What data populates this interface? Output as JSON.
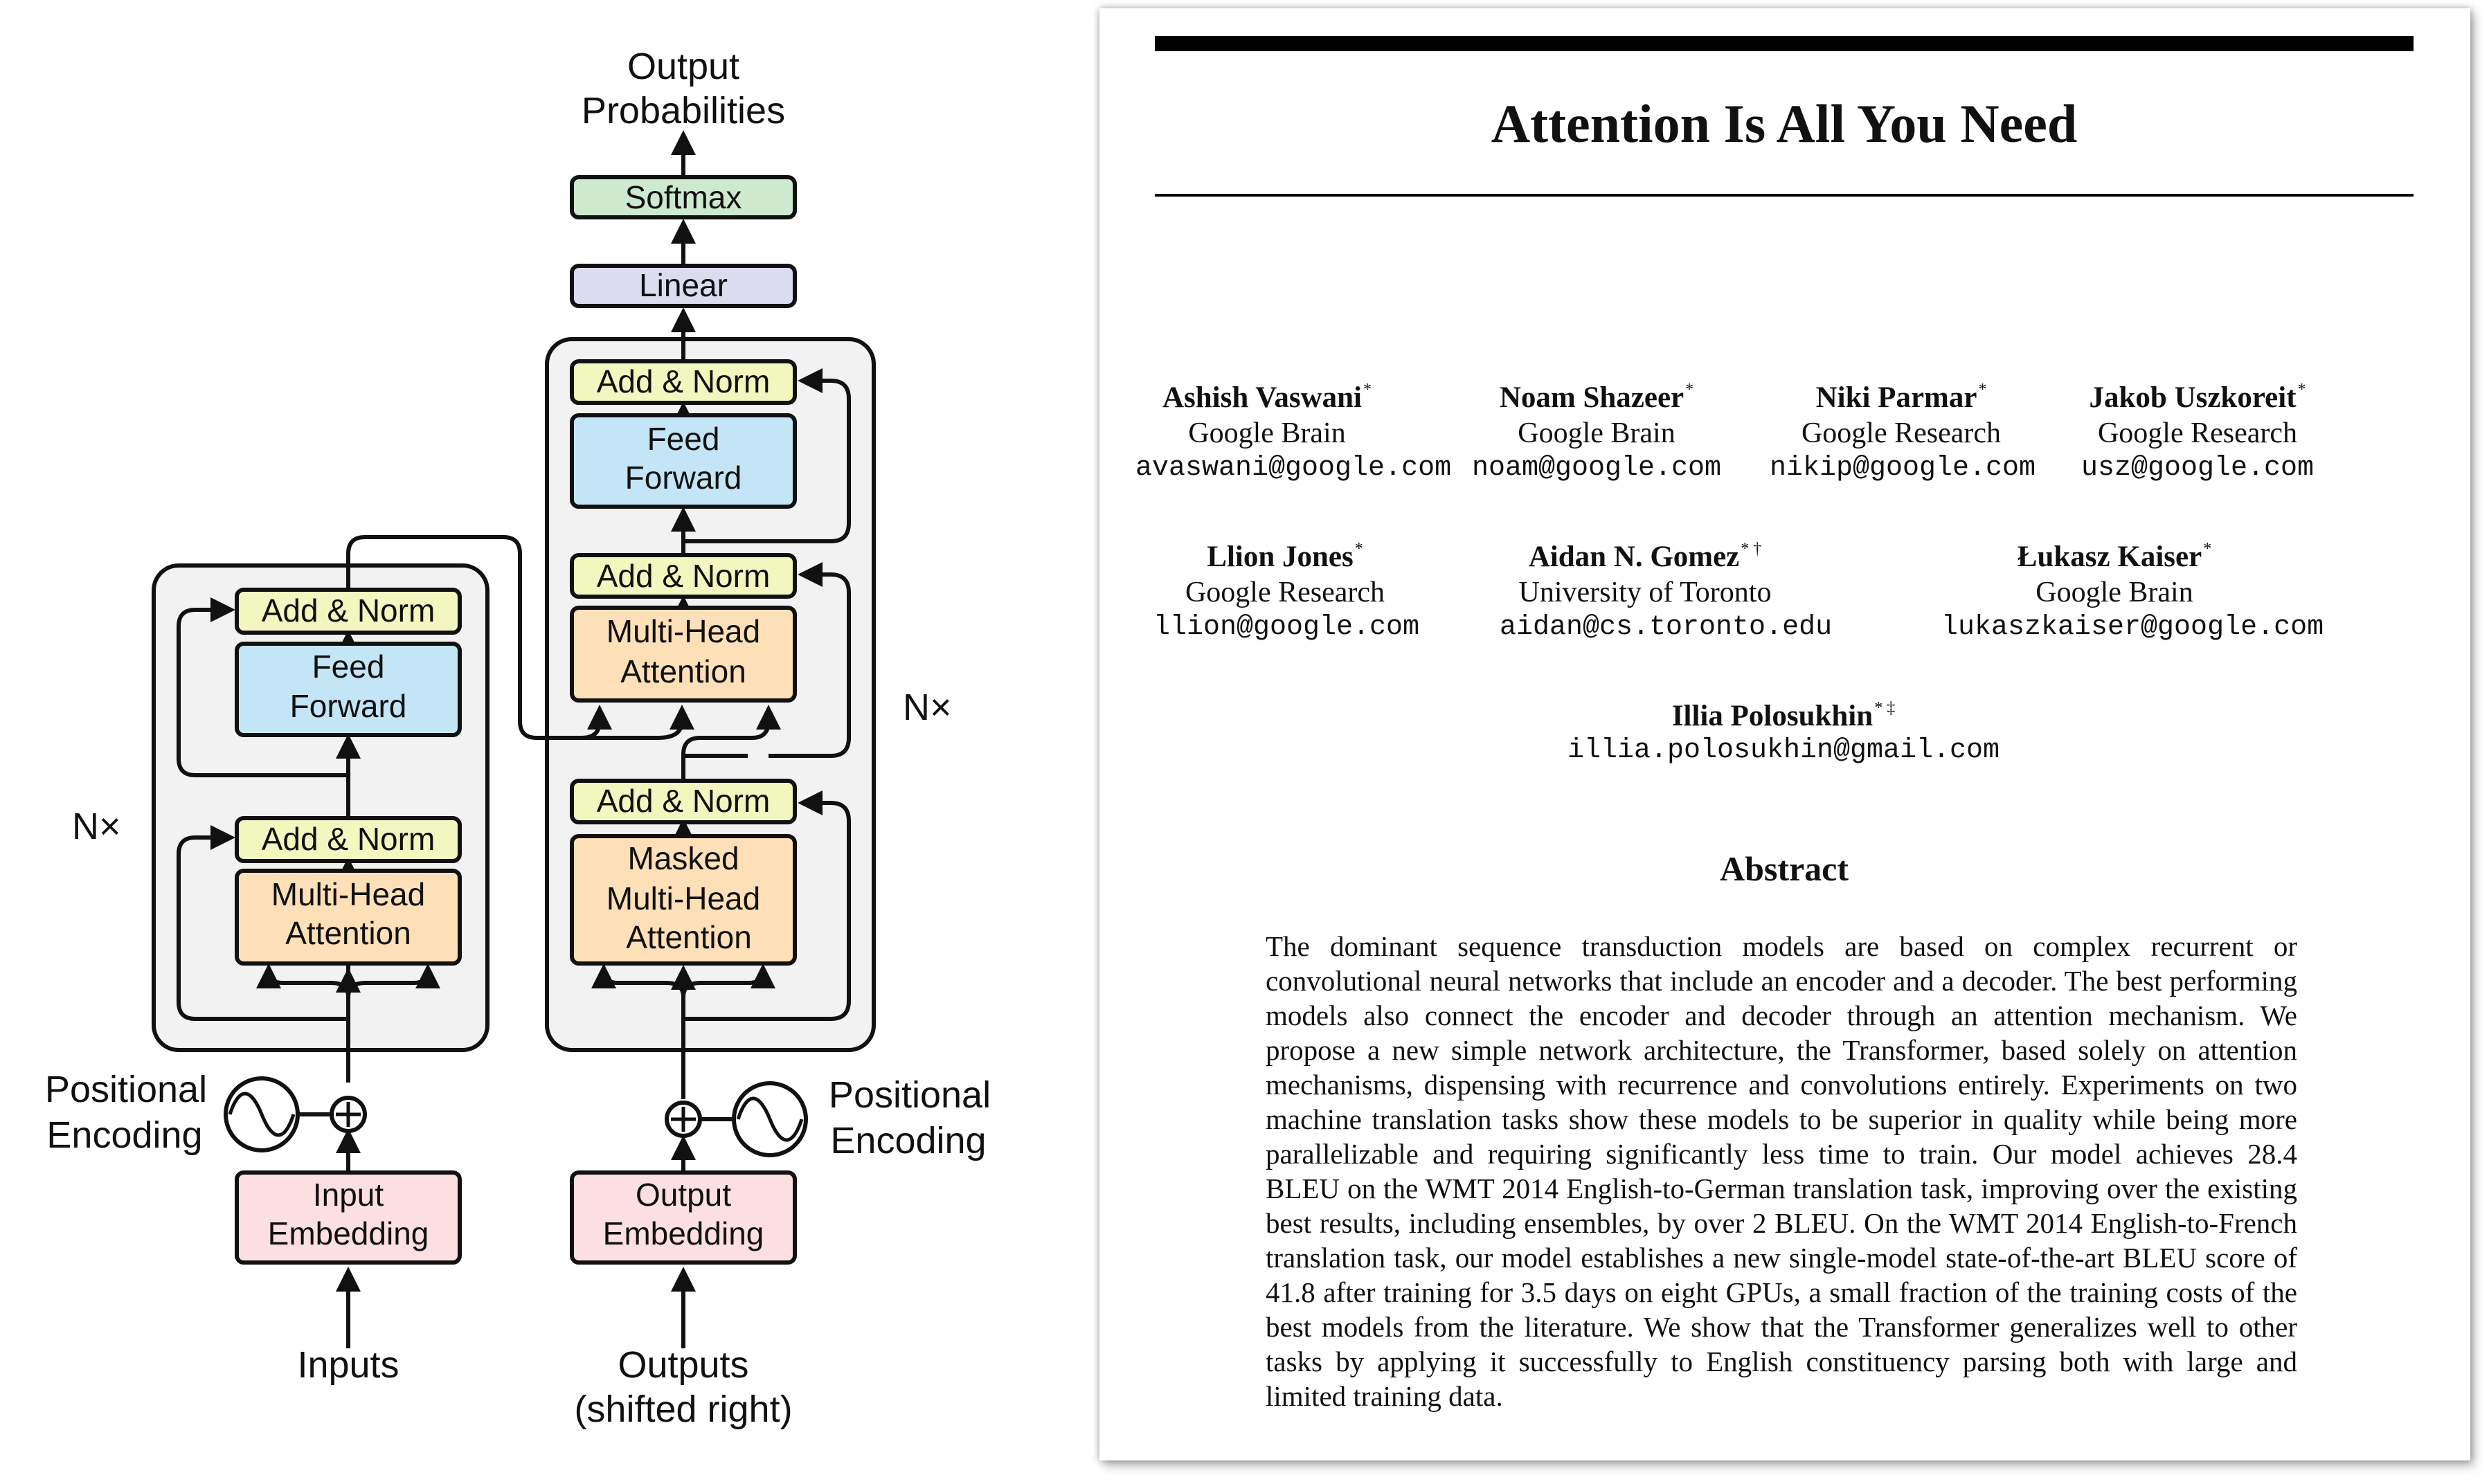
{
  "diagram": {
    "output_probabilities": [
      "Output",
      "Probabilities"
    ],
    "softmax": "Softmax",
    "linear": "Linear",
    "add_norm": "Add & Norm",
    "feed_forward": [
      "Feed",
      "Forward"
    ],
    "multi_head_attention": [
      "Multi-Head",
      "Attention"
    ],
    "masked_multi_head_attention": [
      "Masked",
      "Multi-Head",
      "Attention"
    ],
    "input_embedding": [
      "Input",
      "Embedding"
    ],
    "output_embedding": [
      "Output",
      "Embedding"
    ],
    "positional_encoding": [
      "Positional",
      "Encoding"
    ],
    "repeat_label": "N×",
    "inputs": "Inputs",
    "outputs": [
      "Outputs",
      "(shifted right)"
    ],
    "colors": {
      "add_norm": "#f2f6bf",
      "feed_forward": "#c4e5f5",
      "attention": "#fde0b8",
      "embedding": "#fbdfe1",
      "linear": "#dcdcf0",
      "softmax": "#cdeacf",
      "stack_background": "#f2f2f2"
    }
  },
  "paper": {
    "title": "Attention Is All You Need",
    "authors": [
      {
        "name": "Ashish Vaswani",
        "mark": "*",
        "affiliation": "Google Brain",
        "email": "avaswani@google.com"
      },
      {
        "name": "Noam Shazeer",
        "mark": "*",
        "affiliation": "Google Brain",
        "email": "noam@google.com"
      },
      {
        "name": "Niki Parmar",
        "mark": "*",
        "affiliation": "Google Research",
        "email": "nikip@google.com"
      },
      {
        "name": "Jakob Uszkoreit",
        "mark": "*",
        "affiliation": "Google Research",
        "email": "usz@google.com"
      },
      {
        "name": "Llion Jones",
        "mark": "*",
        "affiliation": "Google Research",
        "email": "llion@google.com"
      },
      {
        "name": "Aidan N. Gomez",
        "mark": "* †",
        "affiliation": "University of Toronto",
        "email": "aidan@cs.toronto.edu"
      },
      {
        "name": "Łukasz Kaiser",
        "mark": "*",
        "affiliation": "Google Brain",
        "email": "lukaszkaiser@google.com"
      },
      {
        "name": "Illia Polosukhin",
        "mark": "* ‡",
        "affiliation": "",
        "email": "illia.polosukhin@gmail.com"
      }
    ],
    "abstract_heading": "Abstract",
    "abstract": "The dominant sequence transduction models are based on complex recurrent or convolutional neural networks that include an encoder and a decoder. The best performing models also connect the encoder and decoder through an attention mechanism. We propose a new simple network architecture, the Transformer, based solely on attention mechanisms, dispensing with recurrence and convolutions entirely. Experiments on two machine translation tasks show these models to be superior in quality while being more parallelizable and requiring significantly less time to train. Our model achieves 28.4 BLEU on the WMT 2014 English-to-German translation task, improving over the existing best results, including ensembles, by over 2 BLEU. On the WMT 2014 English-to-French translation task, our model establishes a new single-model state-of-the-art BLEU score of 41.8 after training for 3.5 days on eight GPUs, a small fraction of the training costs of the best models from the literature. We show that the Transformer generalizes well to other tasks by applying it successfully to English constituency parsing both with large and limited training data."
  }
}
